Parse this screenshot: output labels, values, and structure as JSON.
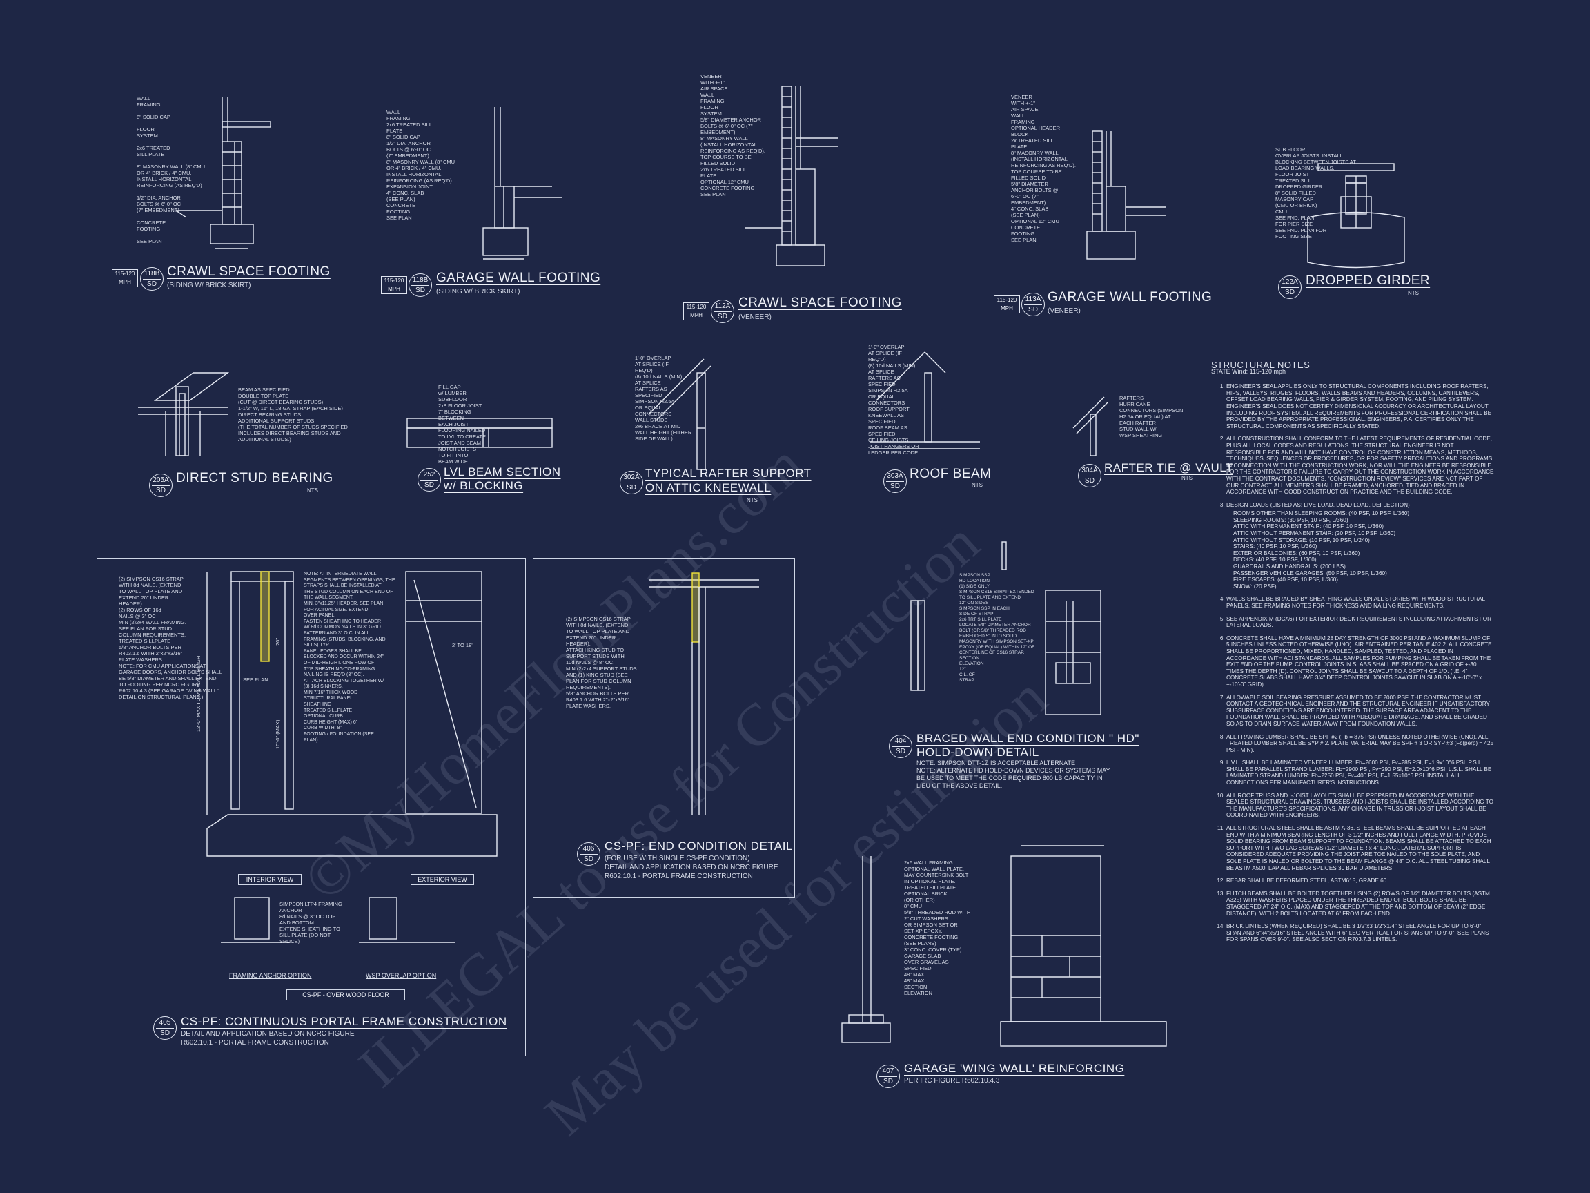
{
  "colors": {
    "background": "#1e2645",
    "linework": "#e6eaf4",
    "highlight": "#f2e33a"
  },
  "watermark": {
    "line1": "©MyHomeFloorPlans.com",
    "line2": "ILLEGAL to use for Construction",
    "line3": "May be used for estimation"
  },
  "details": [
    {
      "id": "d1",
      "num": "118B",
      "sheet": "SD",
      "mph": "115-120 MPH",
      "title": "CRAWL SPACE FOOTING",
      "subtitle": "(SIDING W/ BRICK SKIRT)"
    },
    {
      "id": "d2",
      "num": "118B",
      "sheet": "SD",
      "mph": "115-120 MPH",
      "title": "GARAGE WALL FOOTING",
      "subtitle": "(SIDING W/ BRICK SKIRT)"
    },
    {
      "id": "d3",
      "num": "112A",
      "sheet": "SD",
      "mph": "115-120 MPH",
      "title": "CRAWL SPACE FOOTING",
      "subtitle": "(VENEER)"
    },
    {
      "id": "d4",
      "num": "113A",
      "sheet": "SD",
      "mph": "115-120 MPH",
      "title": "GARAGE WALL FOOTING",
      "subtitle": "(VENEER)"
    },
    {
      "id": "d5",
      "num": "122A",
      "sheet": "SD",
      "title": "DROPPED GIRDER",
      "nts": "NTS"
    },
    {
      "id": "d6",
      "num": "205A",
      "sheet": "SD",
      "title": "DIRECT STUD BEARING",
      "nts": "NTS"
    },
    {
      "id": "d7",
      "num": "252",
      "sheet": "SD",
      "title": "LVL BEAM SECTION",
      "title2": "w/ BLOCKING"
    },
    {
      "id": "d8",
      "num": "302A",
      "sheet": "SD",
      "title": "TYPICAL RAFTER SUPPORT",
      "title2": "ON ATTIC KNEEWALL",
      "nts": "NTS"
    },
    {
      "id": "d9",
      "num": "303A",
      "sheet": "SD",
      "title": "ROOF BEAM",
      "nts": "NTS"
    },
    {
      "id": "d10",
      "num": "304A",
      "sheet": "SD",
      "title": "RAFTER TIE @ VAULT",
      "nts": "NTS"
    },
    {
      "id": "d11",
      "num": "404",
      "sheet": "SD",
      "title": "BRACED WALL END CONDITION \" HD\"",
      "title2": "HOLD-DOWN DETAIL"
    },
    {
      "id": "d12",
      "num": "405",
      "sheet": "SD",
      "title": "CS-PF: CONTINUOUS PORTAL FRAME CONSTRUCTION"
    },
    {
      "id": "d13",
      "num": "406",
      "sheet": "SD",
      "title": "CS-PF: END CONDITION DETAIL"
    },
    {
      "id": "d14",
      "num": "407",
      "sheet": "SD",
      "title": "GARAGE 'WING WALL' REINFORCING"
    }
  ],
  "labels": {
    "d1": "WALL\nFRAMING\n\n8\" SOLID CAP\n\nFLOOR\nSYSTEM\n\n2x6 TREATED\nSILL PLATE\n\n8\" MASONRY WALL (8\" CMU\nOR 4\" BRICK / 4\" CMU.\nINSTALL HORIZONTAL\nREINFORCING (AS REQ'D)\n\n1/2\" DIA. ANCHOR\nBOLTS @ 6'-0\" OC\n(7\" EMBEDMENT)\n\nCONCRETE\nFOOTING\n\nSEE PLAN",
    "d2": "WALL\nFRAMING\n2x6 TREATED SILL\nPLATE\n8\" SOLID CAP\n1/2\" DIA. ANCHOR\nBOLTS @ 6'-0\" OC\n(7\" EMBEDMENT)\n8\" MASONRY WALL (8\" CMU\nOR 4\" BRICK / 4\" CMU.\nINSTALL HORIZONTAL\nREINFORCING (AS REQ'D)\nEXPANSION JOINT\n4\" CONC. SLAB\n(SEE PLAN)\nCONCRETE\nFOOTING\nSEE PLAN",
    "d3": "VENEER\nWITH +-1\"\nAIR SPACE\nWALL\nFRAMING\nFLOOR\nSYSTEM\n5/8\" DIAMETER ANCHOR\nBOLTS @ 6'-0\" OC (7\"\nEMBEDMENT)\n8\" MASONRY WALL\n(INSTALL HORIZONTAL\nREINFORCING AS REQ'D).\nTOP COURSE TO BE\nFILLED SOLID\n2x6 TREATED SILL\nPLATE\nOPTIONAL 12\" CMU\nCONCRETE FOOTING\nSEE PLAN",
    "d4": "VENEER\nWITH +-1\"\nAIR SPACE\nWALL\nFRAMING\nOPTIONAL HEADER\nBLOCK\n2x TREATED SILL\nPLATE\n8\" MASONRY WALL\n(INSTALL HORIZONTAL\nREINFORCING AS REQ'D).\nTOP COURSE TO BE\nFILLED SOLID\n5/8\" DIAMETER\nANCHOR BOLTS @\n6'-0\" OC (7\"\nEMBEDMENT)\n4\" CONC. SLAB\n(SEE PLAN)\nOPTIONAL 12\" CMU\nCONCRETE\nFOOTING\nSEE PLAN",
    "d5": "SUB FLOOR\nOVERLAP JOISTS. INSTALL\nBLOCKING BETWEEN JOISTS AT\nLOAD BEARING WALLS.\nFLOOR JOIST\nTREATED SILL\nDROPPED GIRDER\n8\" SOLID FILLED\nMASONRY CAP\n(CMU OR BRICK)\nCMU\nSEE FND. PLAN\nFOR PIER SIZE\nSEE FND. PLAN FOR\nFOOTING SIZE",
    "d6": "BEAM AS SPECIFIED\nDOUBLE TOP PLATE\n(CUT @ DIRECT BEARING STUDS)\n1-1/2\" W, 16\" L, 18 GA. STRAP (EACH SIDE)\nDIRECT BEARING STUDS\nADDITIONAL SUPPORT STUDS\n(THE TOTAL NUMBER OF STUDS SPECIFIED\nINCLUDES DIRECT BEARING STUDS AND\nADDITIONAL STUDS.)",
    "d7": "FILL GAP\nw/ LUMBER\nSUBFLOOR\n2x8 FLOOR JOIST\n7\" BLOCKING\nBETWEEN\nEACH JOIST\nFLOORING NAILED\nTO LVL TO CREATE\nJOIST AND BEAM\nNOTCH JOISTS\nTO FIT INTO\nBEAM WIDE",
    "d8": "1'-0\" OVERLAP\nAT SPLICE (IF\nREQ'D)\n(8) 10d NAILS (MIN)\nAT SPLICE\nRAFTERS AS\nSPECIFIED\nSIMPSON H2.5A\nOR EQUAL\nCONNECTORS\nWALL STUDS\n2x6 BRACE AT MID\nWALL HEIGHT (EITHER\nSIDE OF WALL)",
    "d9": "1'-0\" OVERLAP\nAT SPLICE (IF\nREQ'D)\n(8) 10d NAILS (MIN)\nAT SPLICE\nRAFTERS AS\nSPECIFIED\nSIMPSON H2.5A\nOR EQUAL\nCONNECTORS\nROOF SUPPORT\nKNEEWALL AS\nSPECIFIED\nROOF BEAM AS\nSPECIFIED\nCEILING JOISTS\nJOIST HANGERS OR\nLEDGER PER CODE",
    "d10": "RAFTERS\nHURRICANE\nCONNECTORS (SIMPSON\nH2.5A OR EQUAL) AT\nEACH RAFTER\nSTUD WALL W/\nWSP SHEATHING",
    "d11": "SIMPSON SSP\nHD LOCATION\n(1) SIDE ONLY\nSIMPSON CS16 STRAP EXTENDED\nTO SILL PLATE AND EXTEND\n12\" ON SIDES\nSIMPSON SSP IN EACH\nSIDE OF STRAP\n2x6 TRT SILL PLATE\nLOCATE 5/8\" DIAMETER ANCHOR\nBOLT (OR 5/8\" THREADED ROD\nEMBEDDED 5\" INTO SOLID\nMASONRY WITH SIMPSON SET-XP\nEPOXY (OR EQUAL) WITHIN 12\" OF\nCENTERLINE OF CS16 STRAP.\nSECTION\nELEVATION\n12\"\nC.L. OF\nSTRAP",
    "d11note": "NOTE: SIMPSON DTT-1Z IS ACCEPTABLE ALTERNATE\nNOTE: ALTERNATE HD HOLD-DOWN DEVICES OR SYSTEMS MAY\nBE USED TO MEET THE CODE REQUIRED 800 LB CAPACITY IN\nLIEU OF THE ABOVE DETAIL.",
    "d12": "(2) SIMPSON CS16 STRAP\nWITH 8d NAILS. (EXTEND\nTO WALL TOP PLATE AND\nEXTEND 20\" UNDER\nHEADER).\n(2) ROWS OF 16d\nNAILS @ 3\" OC\nMIN (2)2x4 WALL FRAMING.\nSEE PLAN FOR STUD\nCOLUMN REQUIREMENTS.\nTREATED SILLPLATE\n5/8\" ANCHOR BOLTS PER\nR403.1.6 WITH 2\"x2\"x3/16\"\nPLATE WASHERS.\nNOTE: FOR CMU APPLICATIONS AT\nGARAGE DOORS, ANCHOR BOLTS SHALL\nBE 5/8\" DIAMETER AND SHALL EXTEND\nTO FOOTING PER NCRC FIGURE\nR602.10.4.3 (SEE GARAGE \"WING WALL\"\nDETAIL ON STRUCTURAL PLANS.)",
    "d12b": "NOTE: AT INTERMEDIATE WALL\nSEGMENTS BETWEEN OPENINGS, THE\nSTRAPS SHALL BE INSTALLED AT\nTHE STUD COLUMN ON EACH END OF\nTHE WALL SEGMENT.\nMIN. 3\"x11.25\" HEADER. SEE PLAN\nFOR ACTUAL SIZE. EXTEND\nOVER PANEL.\nFASTEN SHEATHING TO HEADER\nW/ 8d COMMON NAILS IN 3\" GRID\nPATTERN AND 3\" O.C. IN ALL\nFRAMING (STUDS, BLOCKING, AND\nSILLS) TYP.\nPANEL EDGES SHALL BE\nBLOCKED AND OCCUR WITHIN 24\"\nOF MID-HEIGHT. ONE ROW OF\nTYP. SHEATHING-TO-FRAMING\nNAILING IS REQ'D (3\" OC).\nATTACH BLOCKING TOGETHER W/\n(3) 16d SINKERS.\nMIN 7/16\" THICK WOOD\nSTRUCTURAL PANEL\nSHEATHING\nTREATED SILLPLATE\nOPTIONAL CURB.\nCURB HEIGHT (MAX) 6\"\nCURB WIDTH: 8\"\nFOOTING / FOUNDATION (SEE\nPLAN)",
    "d12c": "SIMPSON LTP4 FRAMING\nANCHOR\n8d NAILS @ 3\" OC TOP\nAND BOTTOM\nEXTEND SHEATHING TO\nSILL PLATE (DO NOT\nSPLICE)",
    "d13": "(2) SIMPSON CS16 STRAP\nWITH 8d NAILS. (EXTEND\nTO WALL TOP PLATE AND\nEXTEND 20\" UNDER\nHEADER).\nATTACH KING STUD TO\nSUPPORT STUDS WITH\n10d NAILS @ 8\" OC.\nMIN (2)2x4 SUPPORT STUDS\nAND (1) KING STUD (SEE\nPLAN FOR STUD COLUMN\nREQUIREMENTS).\n5/8\" ANCHOR BOLTS PER\nR403.1.6 WITH 2\"x2\"x3/16\"\nPLATE WASHERS.",
    "d14": "2x6 WALL FRAMING\nOPTIONAL WALL PLATE.\nMAY COUNTERSINK BOLT\nIN OPTIONAL PLATE.\nTREATED SILLPLATE\nOPTIONAL BRICK\n(OR OTHER)\n8\" CMU\n5/8\" THREADED ROD WITH\n2\" CUT WASHERS\nOR SIMPSON SET OR\nSET-XP EPOXY.\nCONCRETE FOOTING\n(SEE PLANS)\n3\" CONC. COVER (TYP)\nGARAGE SLAB\nOVER GRAVEL AS\nSPECIFIED\n48\" MAX\n48\" MAX\nSECTION\nELEVATION"
  },
  "portal_frame": {
    "box_title": "CS-PF - OVER WOOD FLOOR",
    "interior_view": "INTERIOR VIEW",
    "exterior_view": "EXTERIOR VIEW",
    "framing_anchor": "FRAMING ANCHOR OPTION",
    "wsp_overlap": "WSP OVERLAP OPTION",
    "see_plan": "SEE PLAN",
    "dim_height": "12'-0\" MAX TOTAL WALL HEIGHT",
    "dim_header": "10'-0\" (MAX)",
    "dim_width": "2' TO 18'",
    "dim_20": "20\"",
    "subtitle": "DETAIL AND APPLICATION BASED ON NCRC FIGURE",
    "subtitle2": "R602.10.1 - PORTAL FRAME CONSTRUCTION"
  },
  "end_condition": {
    "subtitle": "(FOR USE WITH SINGLE CS-PF CONDITION)",
    "subtitle2": "DETAIL AND APPLICATION BASED ON NCRC FIGURE",
    "subtitle3": "R602.10.1 - PORTAL FRAME CONSTRUCTION"
  },
  "wing_wall": {
    "subtitle": "PER IRC FIGURE R602.10.4.3"
  },
  "structural_notes": {
    "title": "STRUCTURAL NOTES",
    "state": "STATE Wind: 115-120 mph",
    "items": [
      "ENGINEER'S SEAL APPLIES ONLY TO STRUCTURAL COMPONENTS INCLUDING ROOF RAFTERS, HIPS, VALLEYS, RIDGES, FLOORS, WALLS BEAMS AND HEADERS, COLUMNS, CANTILEVERS, OFFSET LOAD BEARING WALLS, PIER & GIRDER SYSTEM, FOOTING, AND PILING SYSTEM. ENGINEER'S SEAL DOES NOT CERTIFY DIMENSIONAL ACCURACY OR ARCHITECTURAL LAYOUT INCLUDING ROOF SYSTEM. ALL REQUIREMENTS FOR PROFESSIONAL CERTIFICATION SHALL BE PROVIDED BY THE APPROPRIATE PROFESSIONAL. ENGINEERS, P.A. CERTIFIES ONLY THE STRUCTURAL COMPONENTS AS SPECIFICALLY STATED.",
      "ALL CONSTRUCTION SHALL CONFORM TO THE LATEST REQUIREMENTS OF RESIDENTIAL CODE, PLUS ALL LOCAL CODES AND REGULATIONS. THE STRUCTURAL ENGINEER IS NOT RESPONSIBLE FOR AND WILL NOT HAVE CONTROL OF CONSTRUCTION MEANS, METHODS, TECHNIQUES, SEQUENCES OR PROCEDURES, OR FOR SAFETY PRECAUTIONS AND PROGRAMS IN CONNECTION WITH THE CONSTRUCTION WORK, NOR WILL THE ENGINEER BE RESPONSIBLE FOR THE CONTRACTOR'S FAILURE TO CARRY OUT THE CONSTRUCTION WORK IN ACCORDANCE WITH THE CONTRACT DOCUMENTS. \"CONSTRUCTION REVIEW\" SERVICES ARE NOT PART OF OUR CONTRACT. ALL MEMBERS SHALL BE FRAMED, ANCHORED, TIED AND BRACED IN ACCORDANCE WITH GOOD CONSTRUCTION PRACTICE AND THE BUILDING CODE.",
      "DESIGN LOADS (LISTED AS: LIVE LOAD, DEAD LOAD, DEFLECTION)",
      "WALLS SHALL BE BRACED BY SHEATHING WALLS ON ALL STORIES WITH WOOD STRUCTURAL PANELS. SEE FRAMING NOTES FOR THICKNESS AND NAILING REQUIREMENTS.",
      "SEE APPENDIX M (DCA6) FOR EXTERIOR DECK REQUIREMENTS INCLUDING ATTACHMENTS FOR LATERAL LOADS.",
      "CONCRETE SHALL HAVE A MINIMUM 28 DAY STRENGTH OF 3000 PSI AND A MAXIMUM SLUMP OF 5 INCHES UNLESS NOTED OTHERWISE (UNO). AIR ENTRAINED PER TABLE 402.2. ALL CONCRETE SHALL BE PROPORTIONED, MIXED, HANDLED, SAMPLED, TESTED, AND PLACED IN ACCORDANCE WITH ACI STANDARDS. ALL SAMPLES FOR PUMPING SHALL BE TAKEN FROM THE EXIT END OF THE PUMP. CONTROL JOINTS IN SLABS SHALL BE SPACED ON A GRID OF +-30 TIMES THE DEPTH (D). CONTROL JOINTS SHALL BE SAWCUT TO A DEPTH OF 1/D. (I.E. 4\" CONCRETE SLABS SHALL HAVE 3/4\" DEEP CONTROL JOINTS SAWCUT IN SLAB ON A +-10'-0\" x +-10'-0\" GRID).",
      "ALLOWABLE SOIL BEARING PRESSURE ASSUMED TO BE 2000 PSF. THE CONTRACTOR MUST CONTACT A GEOTECHNICAL ENGINEER AND THE STRUCTURAL ENGINEER IF UNSATISFACTORY SUBSURFACE CONDITIONS ARE ENCOUNTERED. THE SURFACE AREA ADJACENT TO THE FOUNDATION WALL SHALL BE PROVIDED WITH ADEQUATE DRAINAGE, AND SHALL BE GRADED SO AS TO DRAIN SURFACE WATER AWAY FROM FOUNDATION WALLS.",
      "ALL FRAMING LUMBER SHALL BE SPF #2 (Fb = 875 PSI) UNLESS NOTED OTHERWISE (UNO). ALL TREATED LUMBER SHALL BE SYP # 2. PLATE MATERIAL MAY BE SPF # 3 OR SYP #3 (Fc(perp) = 425 PSI - MIN).",
      "L.V.L. SHALL BE LAMINATED VENEER LUMBER: Fb=2600 PSI, Fv=285 PSI, E=1.9x10^6 PSI. P.S.L. SHALL BE PARALLEL STRAND LUMBER: Fb=2900 PSI, Fv=290 PSI, E=2.0x10^6 PSI. L.S.L. SHALL BE LAMINATED STRAND LUMBER: Fb=2250 PSI, Fv=400 PSI, E=1.55x10^6 PSI. INSTALL ALL CONNECTIONS PER MANUFACTURER'S INSTRUCTIONS.",
      "ALL ROOF TRUSS AND I-JOIST LAYOUTS SHALL BE PREPARED IN ACCORDANCE WITH THE SEALED STRUCTURAL DRAWINGS. TRUSSES AND I-JOISTS SHALL BE INSTALLED ACCORDING TO THE MANUFACTURE'S SPECIFICATIONS. ANY CHANGE IN TRUSS OR I-JOIST LAYOUT SHALL BE COORDINATED WITH ENGINEERS.",
      "ALL STRUCTURAL STEEL SHALL BE ASTM A-36. STEEL BEAMS SHALL BE SUPPORTED AT EACH END WITH A MINIMUM BEARING LENGTH OF 3 1/2\" INCHES AND FULL FLANGE WIDTH. PROVIDE SOLID BEARING FROM BEAM SUPPORT TO FOUNDATION. BEAMS SHALL BE ATTACHED TO EACH SUPPORT WITH TWO LAG SCREWS (1/2\" DIAMETER x 4\" LONG). LATERAL SUPPORT IS CONSIDERED ADEQUATE PROVIDING THE JOIST ARE TOE NAILED TO THE SOLE PLATE, AND SOLE PLATE IS NAILED OR BOLTED TO THE BEAM FLANGE @ 48\" O.C. ALL STEEL TUBING SHALL BE ASTM A500. LAP ALL REBAR SPLICES 30 BAR DIAMETERS.",
      "REBAR SHALL BE DEFORMED STEEL, ASTM615, GRADE 60.",
      "FLITCH BEAMS SHALL BE BOLTED TOGETHER USING (2) ROWS OF 1/2\" DIAMETER BOLTS (ASTM A325) WITH WASHERS PLACED UNDER THE THREADED END OF BOLT. BOLTS SHALL BE STAGGERED AT 24\" O.C. (MAX) AND STAGGERED AT THE TOP AND BOTTOM OF BEAM (2\" EDGE DISTANCE), WITH 2 BOLTS LOCATED AT 6\" FROM EACH END.",
      "BRICK LINTELS (WHEN REQUIRED) SHALL BE 3 1/2\"x3 1/2\"x1/4\" STEEL ANGLE FOR UP TO 6'-0\" SPAN AND 6\"x4\"x5/16\" STEEL ANGLE WITH 6\" LEG VERTICAL FOR SPANS UP TO 9'-0\". SEE PLANS FOR SPANS OVER 9'-0\". SEE ALSO SECTION R703.7.3 LINTELS."
    ],
    "loads": [
      "ROOMS OTHER THAN SLEEPING ROOMS: (40 PSF, 10 PSF, L/360)",
      "SLEEPING ROOMS: (30 PSF, 10 PSF, L/360)",
      "ATTIC WITH PERMANENT STAIR: (40 PSF, 10 PSF, L/360)",
      "ATTIC WITHOUT PERMANENT STAIR: (20 PSF, 10 PSF, L/360)",
      "ATTIC WITHOUT STORAGE: (10 PSF, 10 PSF, L/240)",
      "STAIRS: (40 PSF, 10 PSF, L/360)",
      "EXTERIOR BALCONIES: (60 PSF, 10 PSF, L/360)",
      "DECKS: (40 PSF, 10 PSF, L/360)",
      "GUARDRAILS AND HANDRAILS: (200 LBS)",
      "PASSENGER VEHICLE GARAGES: (50 PSF, 10 PSF, L/360)",
      "FIRE ESCAPES: (40 PSF, 10 PSF, L/360)",
      "SNOW: (20 PSF)"
    ]
  }
}
